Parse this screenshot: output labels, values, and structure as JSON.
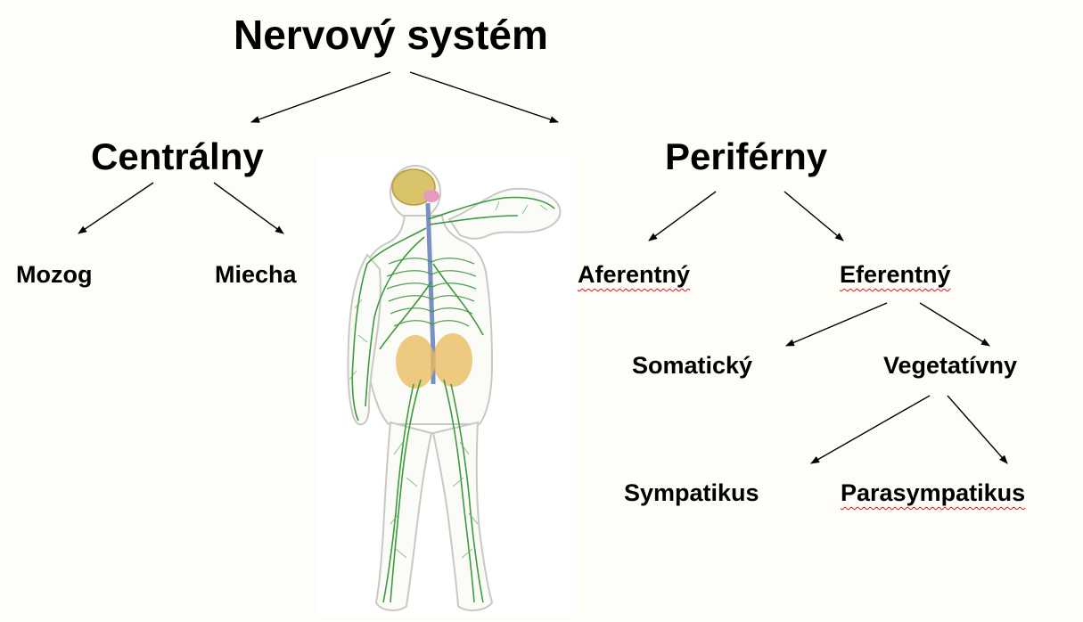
{
  "diagram": {
    "title": "Nervový systém",
    "central": {
      "label": "Centrálny",
      "children": [
        "Mozog",
        "Miecha"
      ]
    },
    "peripheral": {
      "label": "Periférny",
      "afferent": "Aferentný",
      "efferent": "Eferentný",
      "somatic": "Somatický",
      "vegetative": "Vegetatívny",
      "sympathetic": "Sympatikus",
      "parasympathetic": "Parasympatikus"
    }
  },
  "colors": {
    "background": "#fefdf8",
    "nerve_green": "#3e9a3e",
    "spell_underline": "#d11a1a"
  },
  "illustration": "human-nervous-system-figure"
}
